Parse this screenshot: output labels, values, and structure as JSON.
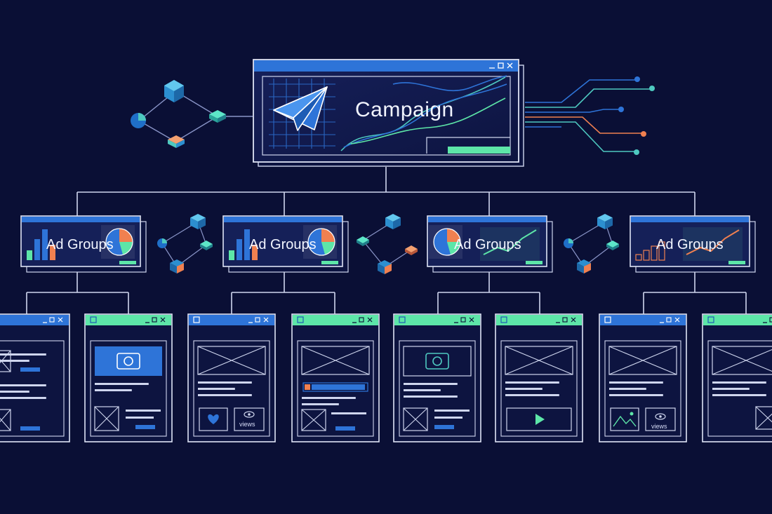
{
  "campaign": {
    "title": "Campaign",
    "window_controls": [
      "_",
      "□",
      "×"
    ]
  },
  "ad_groups": [
    {
      "label": "Ad Groups",
      "header_color": "#2e74d8",
      "chart": "bars-pie"
    },
    {
      "label": "Ad Groups",
      "header_color": "#2e74d8",
      "chart": "bars-pie"
    },
    {
      "label": "Ad Groups",
      "header_color": "#2e74d8",
      "chart": "pie-line"
    },
    {
      "label": "Ad Groups",
      "header_color": "#2e74d8",
      "chart": "bars-line"
    }
  ],
  "ads": [
    {
      "header": "blue",
      "content": "text-image-text"
    },
    {
      "header": "green",
      "content": "camera-image-text"
    },
    {
      "header": "blue",
      "content": "image-heart-views",
      "views_text": "views"
    },
    {
      "header": "green",
      "content": "image-progress-text"
    },
    {
      "header": "green",
      "content": "camera-text-image"
    },
    {
      "header": "green",
      "content": "image-text-play"
    },
    {
      "header": "blue",
      "content": "image-photo-views",
      "views_text": "views"
    },
    {
      "header": "green",
      "content": "image-text-image"
    }
  ],
  "colors": {
    "background": "#0a0f35",
    "blue": "#2e74d8",
    "green": "#5de6a8",
    "orange": "#f08050",
    "teal": "#4ec9c0",
    "line": "#cfd6ee"
  }
}
